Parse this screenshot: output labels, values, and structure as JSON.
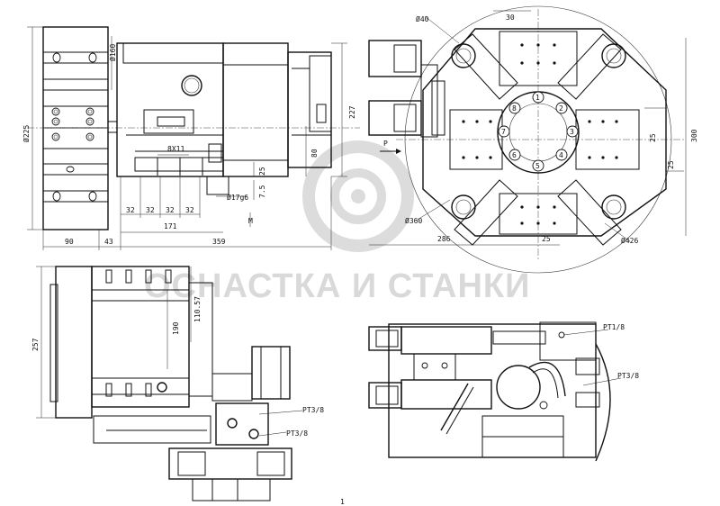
{
  "watermark": {
    "text": "ОСНАСТКА И СТАНКИ"
  },
  "side_view": {
    "dims": {
      "d160": "Ø160",
      "d225": "Ø225",
      "h227": "227",
      "h80": "80",
      "h25": "25",
      "h7_5": "7.5",
      "holes": "8X11",
      "d17": "Ø17g6",
      "p1": "32",
      "p2": "32",
      "p3": "32",
      "p4": "32",
      "w171": "171",
      "w90": "90",
      "w43": "43",
      "w359": "359",
      "m": "M"
    }
  },
  "top_view": {
    "dims": {
      "d40": "Ø40",
      "a30": "30",
      "h300": "300",
      "v25a": "25",
      "v25b": "25",
      "d360": "Ø360",
      "w286": "286",
      "w25": "25",
      "d426": "Ø426",
      "p": "P"
    },
    "numbers": [
      "1",
      "2",
      "3",
      "4",
      "5",
      "6",
      "7",
      "8"
    ]
  },
  "front_view": {
    "dims": {
      "h257": "257",
      "h190": "190",
      "h110": "110.57",
      "pt1": "PT3/8",
      "pt2": "PT3/8"
    }
  },
  "valve_view": {
    "dims": {
      "pt18": "PT1/8",
      "pt38": "PT3/8"
    }
  },
  "page_mark": "1"
}
